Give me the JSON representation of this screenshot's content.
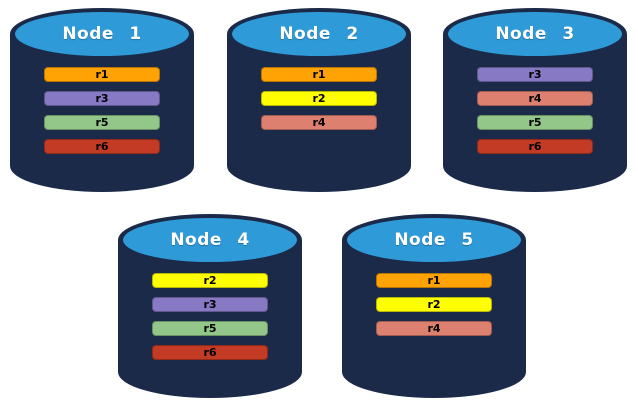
{
  "diagram": {
    "description": "Five database nodes with replica placement",
    "colors": {
      "background": "#ffffff",
      "cylinder_body": "#1b2a48",
      "cylinder_top": "#2f9ad8",
      "node_label_text": "#ffffff",
      "replica_label_text": "#000000",
      "replica_colors": {
        "r1": "#ffa203",
        "r2": "#ffff00",
        "r3": "#8879c4",
        "r4": "#de8070",
        "r5": "#92c789",
        "r6": "#c43b25"
      }
    },
    "nodes": [
      {
        "label": "Node 1",
        "replicas": [
          "r1",
          "r3",
          "r5",
          "r6"
        ]
      },
      {
        "label": "Node 2",
        "replicas": [
          "r1",
          "r2",
          "r4"
        ]
      },
      {
        "label": "Node 3",
        "replicas": [
          "r3",
          "r4",
          "r5",
          "r6"
        ]
      },
      {
        "label": "Node 4",
        "replicas": [
          "r2",
          "r3",
          "r5",
          "r6"
        ]
      },
      {
        "label": "Node 5",
        "replicas": [
          "r1",
          "r2",
          "r4"
        ]
      }
    ]
  }
}
